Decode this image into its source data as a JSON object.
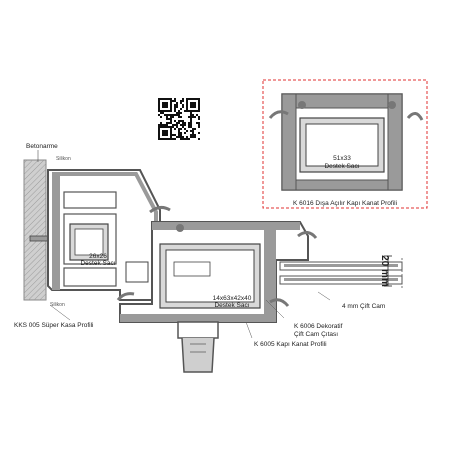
{
  "labels": {
    "betonarme": "Betonarme",
    "silikon_top": "Silikon",
    "silikon_bottom": "Silikon",
    "destek_26": "26x26\nDestek Sacı",
    "destek_51": "51x33\nDestek Sacı",
    "destek_14": "14x63x42x40\nDestek Sacı",
    "kasa_profili": "KKS 005 Süper Kasa Profili",
    "kapi_kanat_6016": "K 6016 Dışa Açılır Kapı Kanat Profili",
    "cam": "4 mm Çift Cam",
    "citasi": "K 6006 Dekoratif\nÇift Cam Çıtası",
    "kanat_6005": "K 6005 Kapı Kanat Profili",
    "dimension": "20 mm"
  },
  "colors": {
    "profile": "#9a9a9a",
    "profile_dark": "#555555",
    "steel": "#d9d9d9",
    "wall": "#cfcfcf",
    "gasket": "#8c8c8c",
    "detail_frame": "#e03030"
  },
  "icons": [
    "qr-code-icon"
  ]
}
